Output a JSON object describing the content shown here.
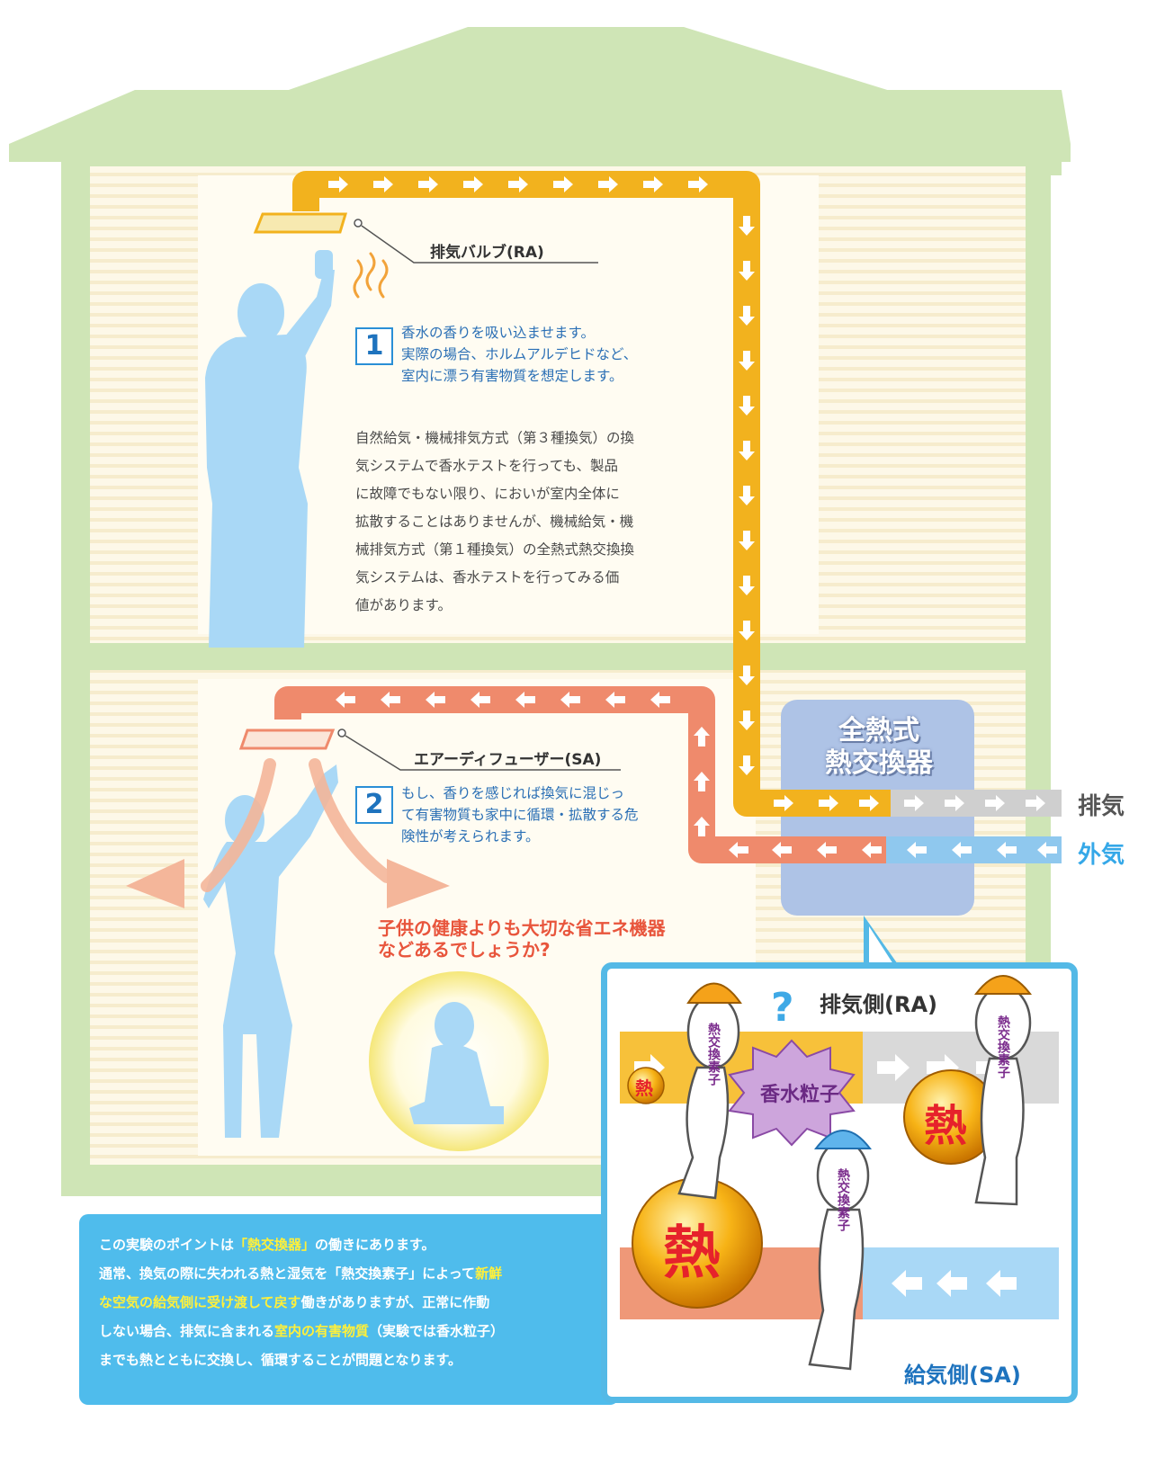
{
  "labels": {
    "exhaust_valve": "排気バルブ(RA)",
    "air_diffuser": "エアーディフューザー(SA)",
    "heat_exchanger_line1": "全熱式",
    "heat_exchanger_line2": "熱交換器",
    "exhaust_out": "排気",
    "outside_air": "外気"
  },
  "step1": {
    "number": "1",
    "lines": [
      "香水の香りを吸い込ませます。",
      "実際の場合、ホルムアルデヒドなど、",
      "室内に漂う有害物質を想定します。"
    ]
  },
  "step2": {
    "number": "2",
    "lines": [
      "もし、香りを感じれば換気に混じっ",
      "て有害物質も家中に循環・拡散する危",
      "険性が考えられます。"
    ]
  },
  "explanation_lines": [
    "自然給気・機械排気方式（第３種換気）の換",
    "気システムで香水テストを行っても、製品",
    "に故障でもない限り、においが室内全体に",
    "拡散することはありませんが、機械給気・機",
    "械排気方式（第１種換気）の全熱式熱交換換",
    "気システムは、香水テストを行ってみる価",
    "値があります。"
  ],
  "warning": {
    "line1": "子供の健康よりも大切な省エネ機器",
    "line2": "などあるでしょうか?"
  },
  "inset": {
    "exhaust_side": "排気側(RA)",
    "supply_side": "給気側(SA)",
    "perfume_particles": "香水粒子",
    "heat_char": "熱",
    "element_label": "熱交換素子",
    "question_mark": "?"
  },
  "note": {
    "line1_a": "この実験のポイントは",
    "line1_hl": "「熱交換器」",
    "line1_b": "の働きにあります。",
    "line2_a": "通常、換気の際に失われる熱と湿気を「熱交換素子」によって",
    "line2_hl": "新鮮",
    "line3_hl": "な空気の給気側に受け渡して戻す",
    "line3_b": "働きがありますが、正常に作動",
    "line4_a": "しない場合、排気に含まれる",
    "line4_hl": "室内の有害物質",
    "line4_b": "（実験では香水粒子）",
    "line5": "までも熱とともに交換し、循環することが問題となります。"
  },
  "colors": {
    "house_frame": "#cde4b4",
    "wall": "#fdf7e4",
    "exhaust_duct": "#f2b21e",
    "supply_duct": "#ef8a6c",
    "outside_duct": "#8fc8ee",
    "grey_duct": "#c8c8c8",
    "silhouette": "#a9d8f6",
    "accent_blue": "#2a6fb5",
    "warning_red": "#e8553c"
  }
}
